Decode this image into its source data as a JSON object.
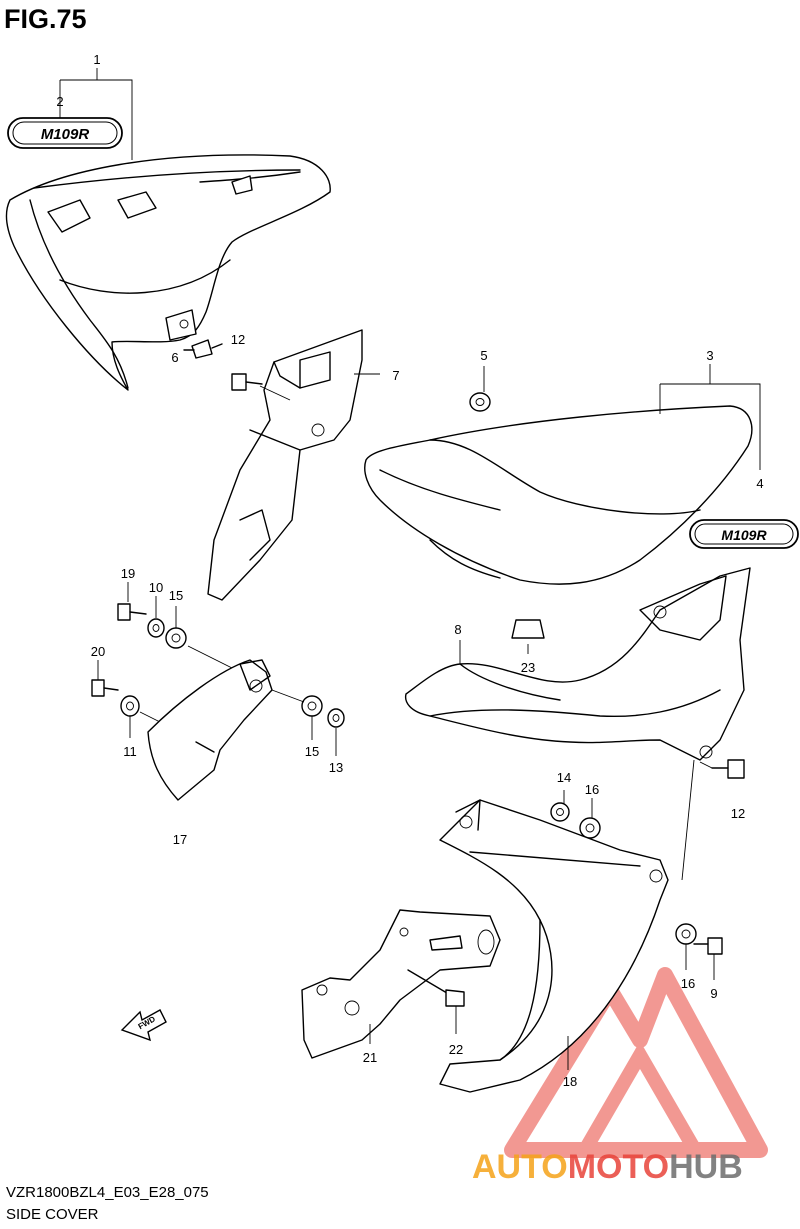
{
  "figure": {
    "title": "FIG.75"
  },
  "callouts": [
    {
      "id": "c1",
      "label": "1"
    },
    {
      "id": "c2",
      "label": "2"
    },
    {
      "id": "c3",
      "label": "3"
    },
    {
      "id": "c4",
      "label": "4"
    },
    {
      "id": "c5",
      "label": "5"
    },
    {
      "id": "c6",
      "label": "6"
    },
    {
      "id": "c7",
      "label": "7"
    },
    {
      "id": "c8",
      "label": "8"
    },
    {
      "id": "c9",
      "label": "9"
    },
    {
      "id": "c10",
      "label": "10"
    },
    {
      "id": "c11",
      "label": "11"
    },
    {
      "id": "c12a",
      "label": "12"
    },
    {
      "id": "c12b",
      "label": "12"
    },
    {
      "id": "c13",
      "label": "13"
    },
    {
      "id": "c14",
      "label": "14"
    },
    {
      "id": "c15a",
      "label": "15"
    },
    {
      "id": "c15b",
      "label": "15"
    },
    {
      "id": "c16a",
      "label": "16"
    },
    {
      "id": "c16b",
      "label": "16"
    },
    {
      "id": "c17",
      "label": "17"
    },
    {
      "id": "c18",
      "label": "18"
    },
    {
      "id": "c19",
      "label": "19"
    },
    {
      "id": "c20",
      "label": "20"
    },
    {
      "id": "c21",
      "label": "21"
    },
    {
      "id": "c22",
      "label": "22"
    },
    {
      "id": "c23",
      "label": "23"
    }
  ],
  "emblems": {
    "emblem_2": "M109R",
    "emblem_4": "M109R"
  },
  "fwd_label": "FWD",
  "watermark": {
    "text_auto": "AUTO",
    "text_moto": "MOTO",
    "text_hub": "HUB",
    "color_red": "#e8443a",
    "color_orange": "#f5a31a",
    "color_gray": "#6d6d6d"
  },
  "footer": {
    "code": "VZR1800BZL4_E03_E28_075",
    "name": "SIDE COVER"
  }
}
